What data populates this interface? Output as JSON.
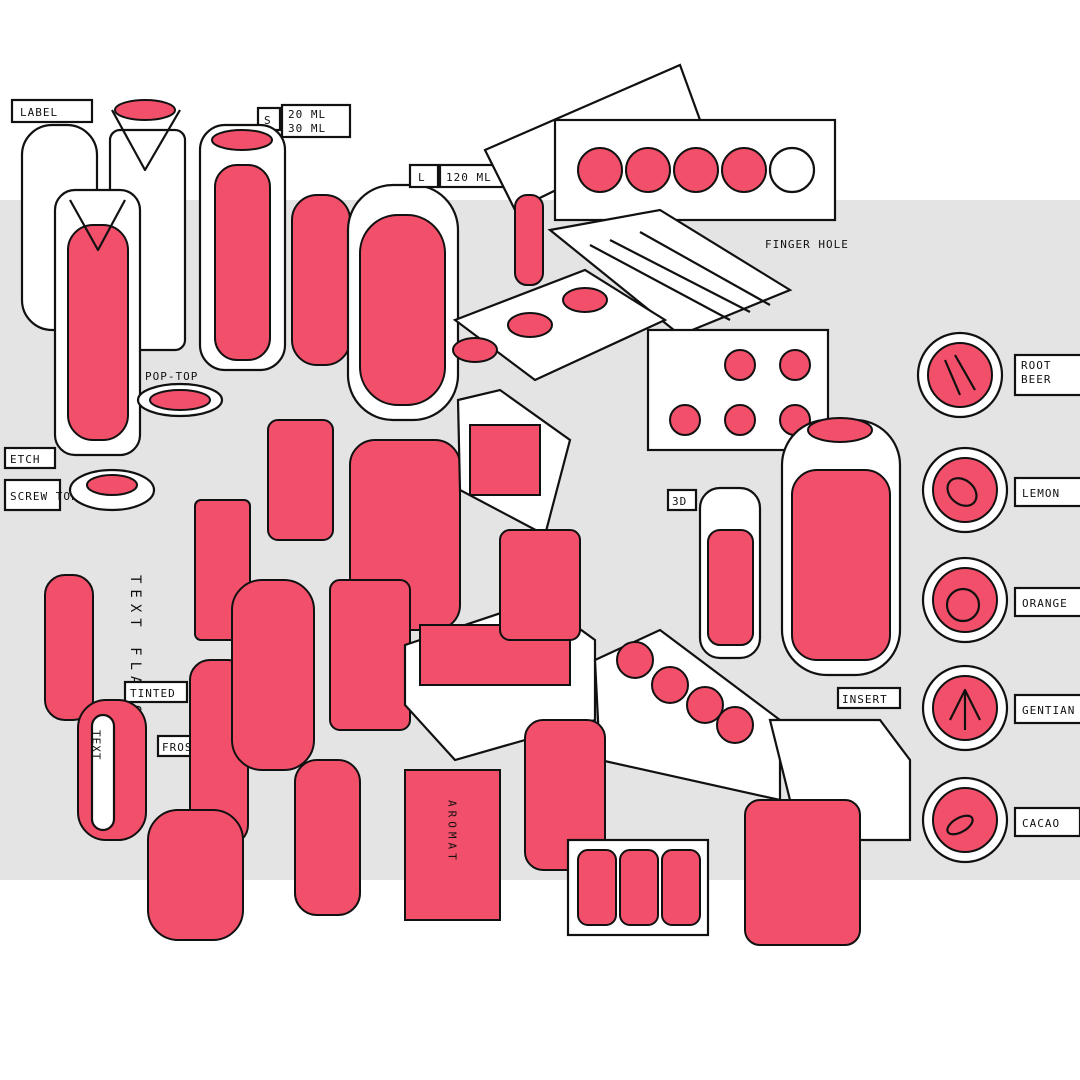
{
  "colors": {
    "accent": "#f2506a",
    "ink": "#111111",
    "band": "#e4e4e4",
    "paper": "#ffffff"
  },
  "labels": {
    "label": "LABEL",
    "small_size": "S",
    "small_volume": "20 ML",
    "small_volume_alt": "30 ML",
    "large_size": "L",
    "large_volume": "120 ML",
    "finger_hole": "FINGER HOLE",
    "pop_top": "POP-TOP",
    "etch": "ETCH",
    "screw_top": "SCREW TOP",
    "flavor": "TEXT FLAVOR",
    "tinted": "TINTED",
    "frosted": "FROSTED",
    "three_d": "3D",
    "insert": "INSERT",
    "aromat": "AROMAT",
    "text": "TEXT"
  },
  "flavors": [
    {
      "name": "ROOT BEER",
      "icon": "root-beer-spices-icon"
    },
    {
      "name": "LEMON",
      "icon": "lemon-icon"
    },
    {
      "name": "ORANGE",
      "icon": "orange-icon"
    },
    {
      "name": "GENTIAN",
      "icon": "gentian-flower-icon"
    },
    {
      "name": "CACAO",
      "icon": "cacao-pod-icon"
    }
  ]
}
